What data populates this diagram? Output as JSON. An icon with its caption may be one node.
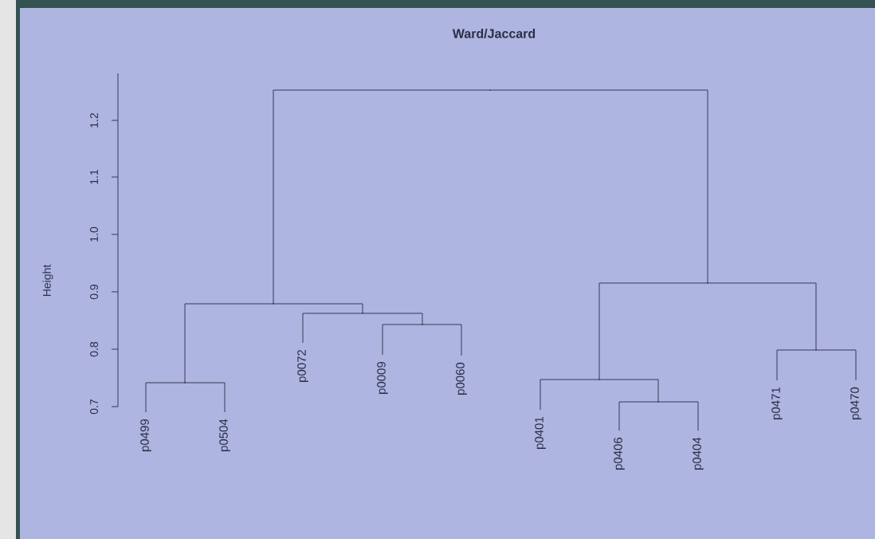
{
  "diagram": {
    "title": "Ward/Jaccard",
    "nodes": [
      {
        "text": [
          "p0499"
        ]
      },
      {
        "text": [
          "p0504"
        ]
      },
      {
        "text": [
          "p0072"
        ]
      },
      {
        "text": [
          "p0009"
        ]
      },
      {
        "text": [
          "p0060"
        ]
      },
      {
        "text": [
          "p0401"
        ]
      },
      {
        "text": [
          "p0406"
        ]
      },
      {
        "text": [
          "p0404"
        ]
      },
      {
        "text": [
          "p0471"
        ]
      },
      {
        "text": [
          "p0470"
        ]
      },
      {
        "text": [],
        "shape": "point"
      },
      {
        "text": [],
        "shape": "point"
      },
      {
        "text": [],
        "shape": "point"
      },
      {
        "text": [],
        "shape": "point"
      },
      {
        "text": [],
        "shape": "point"
      },
      {
        "text": [],
        "shape": "point"
      },
      {
        "text": [],
        "shape": "point"
      },
      {
        "text": [],
        "shape": "point"
      },
      {
        "text": [],
        "shape": "point"
      }
    ],
    "edges": [
      {
        "from": 10,
        "to": 0,
        "arrow": "none"
      },
      {
        "from": 10,
        "to": 1,
        "arrow": "none"
      },
      {
        "from": 11,
        "to": 3,
        "arrow": "none"
      },
      {
        "from": 11,
        "to": 4,
        "arrow": "none"
      },
      {
        "from": 12,
        "to": 2,
        "arrow": "none"
      },
      {
        "from": 12,
        "to": 11,
        "arrow": "none"
      },
      {
        "from": 13,
        "to": 10,
        "arrow": "none"
      },
      {
        "from": 13,
        "to": 12,
        "arrow": "none"
      },
      {
        "from": 14,
        "to": 6,
        "arrow": "none"
      },
      {
        "from": 14,
        "to": 7,
        "arrow": "none"
      },
      {
        "from": 15,
        "to": 5,
        "arrow": "none"
      },
      {
        "from": 15,
        "to": 14,
        "arrow": "none"
      },
      {
        "from": 16,
        "to": 8,
        "arrow": "none"
      },
      {
        "from": 16,
        "to": 9,
        "arrow": "none"
      },
      {
        "from": 17,
        "to": 15,
        "arrow": "none"
      },
      {
        "from": 17,
        "to": 16,
        "arrow": "none"
      },
      {
        "from": 18,
        "to": 13,
        "arrow": "none"
      },
      {
        "from": 18,
        "to": 17,
        "arrow": "none"
      }
    ],
    "labels": [
      "Height",
      "0.7",
      "0.8",
      "0.9",
      "1.0",
      "1.1",
      "1.2"
    ]
  }
}
